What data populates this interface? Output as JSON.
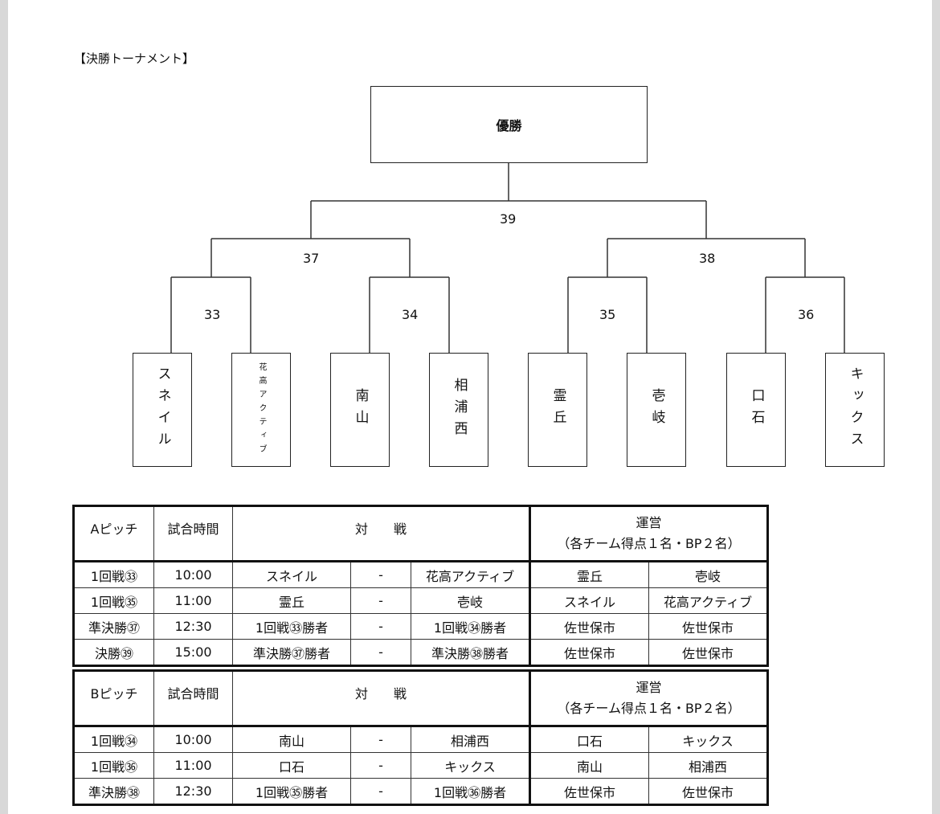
{
  "section_title": "【決勝トーナメント】",
  "champion_label": "優勝",
  "match_numbers": {
    "final": "39",
    "semi_left": "37",
    "semi_right": "38",
    "r1_a": "33",
    "r1_b": "34",
    "r1_c": "35",
    "r1_d": "36"
  },
  "teams": [
    "スネイル",
    "花高アクティブ",
    "南山",
    "相浦西",
    "霊丘",
    "壱岐",
    "口石",
    "キックス"
  ],
  "table_a": {
    "pitch": "Aピッチ",
    "time_header": "試合時間",
    "match_header": "対　　戦",
    "mgmt_header": "運営",
    "mgmt_sub": "（各チーム得点１名・BP２名）",
    "rows": [
      {
        "round": "1回戦㉝",
        "time": "10:00",
        "team1": "スネイル",
        "vs": "-",
        "team2": "花高アクティブ",
        "staff1": "霊丘",
        "staff2": "壱岐"
      },
      {
        "round": "1回戦㉟",
        "time": "11:00",
        "team1": "霊丘",
        "vs": "-",
        "team2": "壱岐",
        "staff1": "スネイル",
        "staff2": "花高アクティブ"
      },
      {
        "round": "準決勝㊲",
        "time": "12:30",
        "team1": "1回戦㉝勝者",
        "vs": "-",
        "team2": "1回戦㉞勝者",
        "staff1": "佐世保市",
        "staff2": "佐世保市"
      },
      {
        "round": "決勝㊴",
        "time": "15:00",
        "team1": "準決勝㊲勝者",
        "vs": "-",
        "team2": "準決勝㊳勝者",
        "staff1": "佐世保市",
        "staff2": "佐世保市"
      }
    ]
  },
  "table_b": {
    "pitch": "Bピッチ",
    "time_header": "試合時間",
    "match_header": "対　　戦",
    "mgmt_header": "運営",
    "mgmt_sub": "（各チーム得点１名・BP２名）",
    "rows": [
      {
        "round": "1回戦㉞",
        "time": "10:00",
        "team1": "南山",
        "vs": "-",
        "team2": "相浦西",
        "staff1": "口石",
        "staff2": "キックス"
      },
      {
        "round": "1回戦㊱",
        "time": "11:00",
        "team1": "口石",
        "vs": "-",
        "team2": "キックス",
        "staff1": "南山",
        "staff2": "相浦西"
      },
      {
        "round": "準決勝㊳",
        "time": "12:30",
        "team1": "1回戦㉟勝者",
        "vs": "-",
        "team2": "1回戦㊱勝者",
        "staff1": "佐世保市",
        "staff2": "佐世保市"
      }
    ]
  }
}
